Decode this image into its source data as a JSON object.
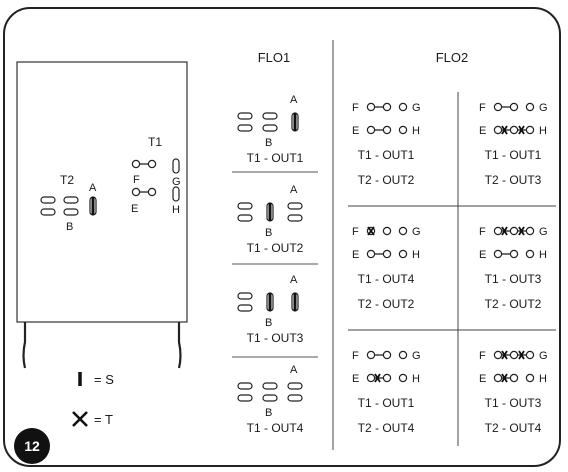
{
  "figure_number": "12",
  "headers": {
    "flo1": "FLO1",
    "flo2": "FLO2"
  },
  "module": {
    "t1_label": "T1",
    "t2_label": "T2",
    "pin_a": "A",
    "pin_b": "B",
    "pin_e": "E",
    "pin_f": "F",
    "pin_g": "G",
    "pin_h": "H"
  },
  "legend": {
    "s_text": "= S",
    "t_text": "= T"
  },
  "flo1_configs": [
    {
      "caption": "T1 - OUT1",
      "pin_a": "A",
      "pin_b": "B"
    },
    {
      "caption": "T1 - OUT2",
      "pin_a": "A",
      "pin_b": "B"
    },
    {
      "caption": "T1 - OUT3",
      "pin_a": "A",
      "pin_b": "B"
    },
    {
      "caption": "T1 - OUT4",
      "pin_a": "A",
      "pin_b": "B"
    }
  ],
  "flo2_configs": [
    {
      "line1": "T1 - OUT1",
      "line2": "T2 - OUT2",
      "pin_f": "F",
      "pin_g": "G",
      "pin_e": "E",
      "pin_h": "H"
    },
    {
      "line1": "T1 - OUT1",
      "line2": "T2 - OUT3",
      "pin_f": "F",
      "pin_g": "G",
      "pin_e": "E",
      "pin_h": "H"
    },
    {
      "line1": "T1 - OUT4",
      "line2": "T2 - OUT2",
      "pin_f": "F",
      "pin_g": "G",
      "pin_e": "E",
      "pin_h": "H"
    },
    {
      "line1": "T1 - OUT3",
      "line2": "T2 - OUT2",
      "pin_f": "F",
      "pin_g": "G",
      "pin_e": "E",
      "pin_h": "H"
    },
    {
      "line1": "T1 - OUT1",
      "line2": "T2 - OUT4",
      "pin_f": "F",
      "pin_g": "G",
      "pin_e": "E",
      "pin_h": "H"
    },
    {
      "line1": "T1 - OUT3",
      "line2": "T2 - OUT4",
      "pin_f": "F",
      "pin_g": "G",
      "pin_e": "E",
      "pin_h": "H"
    }
  ]
}
